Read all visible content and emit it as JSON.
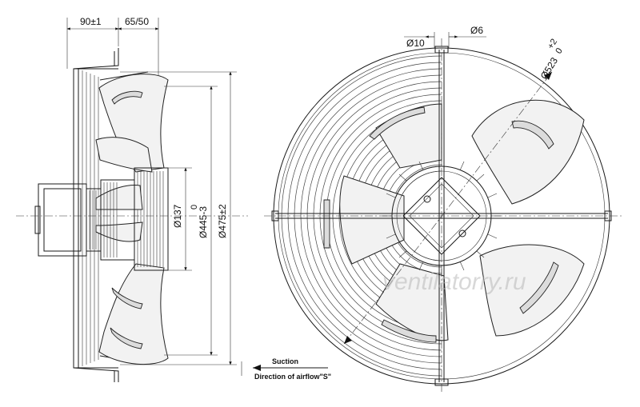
{
  "side_view": {
    "dim_depth": "90±1",
    "dim_offset": "65/50",
    "dim_hub": "Ø137",
    "dim_tol_top": "0",
    "dim_inner": "Ø445-3",
    "dim_outer": "Ø475±2"
  },
  "front_view": {
    "dim_hole_a": "Ø10",
    "dim_hole_b": "Ø6",
    "dim_mount": "Ø523",
    "dim_mount_tol_upper": "+2",
    "dim_mount_tol_lower": "0"
  },
  "legend": {
    "suction": "Suction",
    "airflow": "Direction of airflow\"S\""
  },
  "watermark": "ventilatorry.ru"
}
